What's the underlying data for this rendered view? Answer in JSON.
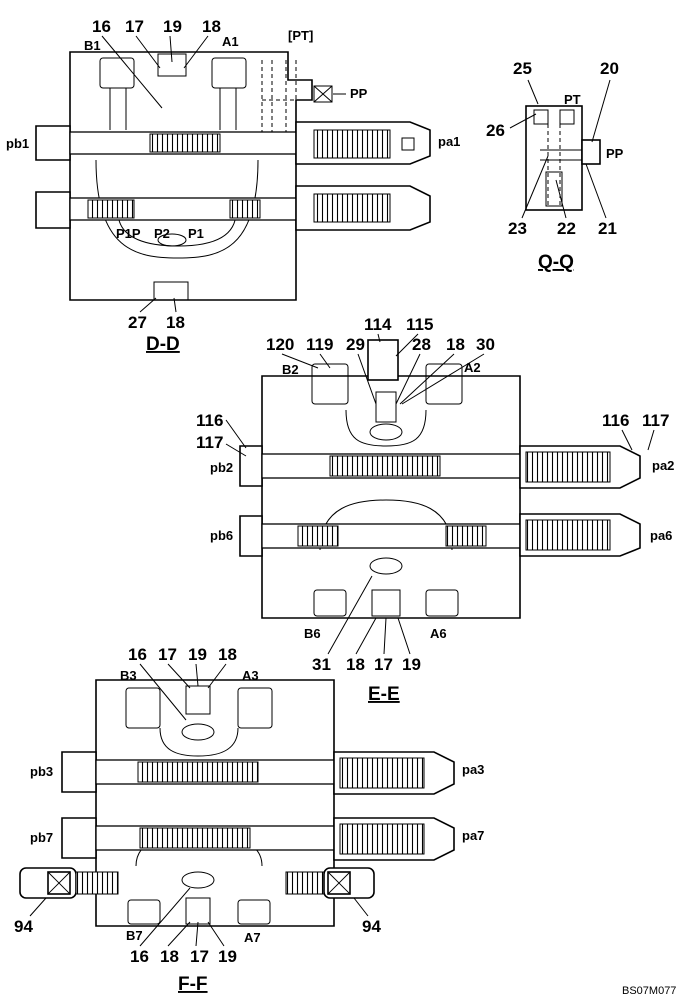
{
  "sections": {
    "dd": {
      "title": "D-D",
      "ports": [
        "B1",
        "A1",
        "[PT]",
        "PP",
        "pb1",
        "pa1",
        "P1P",
        "P2",
        "P1"
      ],
      "callouts": [
        "16",
        "17",
        "19",
        "18",
        "27",
        "18"
      ]
    },
    "qq": {
      "title": "Q-Q",
      "ports": [
        "PT",
        "PP"
      ],
      "callouts": [
        "25",
        "20",
        "26",
        "23",
        "22",
        "21"
      ]
    },
    "ee": {
      "title": "E-E",
      "ports": [
        "B2",
        "A2",
        "pb2",
        "pa2",
        "pb6",
        "pa6",
        "B6",
        "A6"
      ],
      "callouts": [
        "114",
        "115",
        "120",
        "119",
        "29",
        "28",
        "18",
        "30",
        "116",
        "117",
        "116",
        "117",
        "31",
        "18",
        "17",
        "19"
      ]
    },
    "ff": {
      "title": "F-F",
      "ports": [
        "B3",
        "A3",
        "pb3",
        "pa3",
        "pb7",
        "pa7",
        "B7",
        "A7"
      ],
      "callouts": [
        "16",
        "17",
        "19",
        "18",
        "94",
        "94",
        "16",
        "18",
        "17",
        "19"
      ]
    }
  },
  "drawing_ref": "BS07M077"
}
